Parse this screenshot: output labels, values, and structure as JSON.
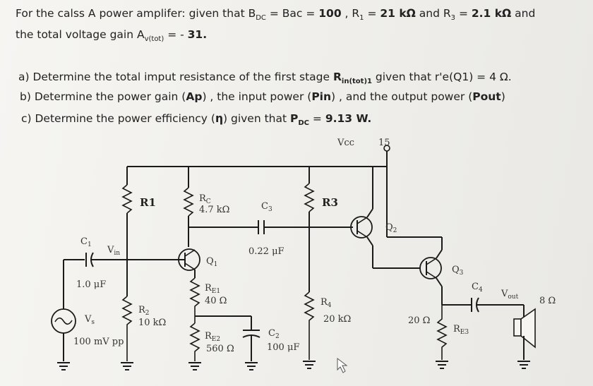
{
  "problem": {
    "intro_a": "For the calss A power amplifer: given that B",
    "intro_sub1": "DC",
    "intro_b": " = Bac = ",
    "beta": "100",
    "intro_c": " , R",
    "r1_sub": "1",
    "intro_d": " = ",
    "r1_val": "21 kΩ",
    "intro_e": " and R",
    "r3_sub": "3",
    "intro_f": " = ",
    "r3_val": "2.1 kΩ",
    "intro_g": " and",
    "line2_a": "the total voltage gain A",
    "line2_sub": "v(tot)",
    "line2_b": " = - ",
    "gain_val": "31.",
    "qa_a": "a) Determine the total imput resistance of the first stage ",
    "qa_bold": "R",
    "qa_sub": "in(tot)1",
    "qa_b": " given that r'e(Q1) = 4 Ω.",
    "qb_a": "b) Determine the power gain (",
    "qb_ap": "Ap",
    "qb_b": ") , the input power (",
    "qb_pin": "Pin",
    "qb_c": ") , and the output power (",
    "qb_pout": "Pout",
    "qb_d": ")",
    "qc_a": "c) Determine the power efficiency (",
    "qc_eta": "η",
    "qc_b": ") given that ",
    "qc_p": "P",
    "qc_sub": "DC",
    "qc_c": " = ",
    "qc_val": "9.13 W."
  },
  "circuit": {
    "vcc": "Vcc",
    "vcc_val": "15",
    "r1": "R1",
    "rc": "R",
    "rc_sub": "C",
    "rc_val": "4.7 kΩ",
    "c3": "C",
    "c3_sub": "3",
    "r3": "R3",
    "q2": "Q",
    "q2_sub": "2",
    "c1": "C",
    "c1_sub": "1",
    "vin": "V",
    "vin_sub": "in",
    "q1": "Q",
    "q1_sub": "1",
    "c3_val": "0.22 μF",
    "q3": "Q",
    "q3_sub": "3",
    "c1_val": "1.0 μF",
    "re1": "R",
    "re1_sub": "E1",
    "re1_val": "40 Ω",
    "c4": "C",
    "c4_sub": "4",
    "vout": "V",
    "vout_sub": "out",
    "spk_val": "8 Ω",
    "vs": "V",
    "vs_sub": "s",
    "r2": "R",
    "r2_sub": "2",
    "r2_val": "10 kΩ",
    "r4": "R",
    "r4_sub": "4",
    "r4_val": "20 kΩ",
    "r20_val": "20 Ω",
    "re3": "R",
    "re3_sub": "E3",
    "src_val": "100 mV pp",
    "re2": "R",
    "re2_sub": "E2",
    "re2_val": "560 Ω",
    "c2": "C",
    "c2_sub": "2",
    "c2_val": "100 μF"
  }
}
